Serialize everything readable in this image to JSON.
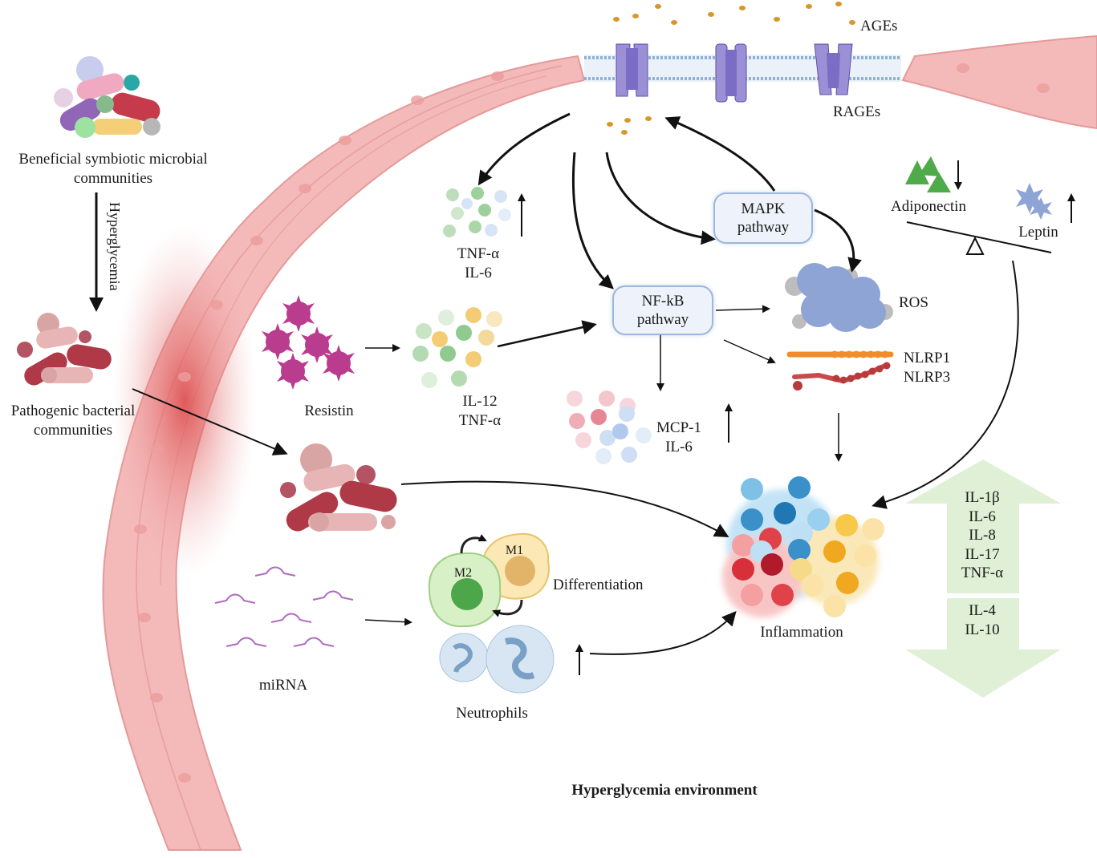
{
  "labels": {
    "beneficial": [
      "Beneficial symbiotic microbial",
      "communities"
    ],
    "hyperglycemia_arrow": "Hyperglycemia",
    "pathogenic": [
      "Pathogenic bacterial",
      "communities"
    ],
    "ages": "AGEs",
    "rages": "RAGEs",
    "tnf_il6": [
      "TNF-α",
      "IL-6"
    ],
    "mapk": [
      "MAPK",
      "pathway"
    ],
    "nfkb": [
      "NF-kB",
      "pathway"
    ],
    "adiponectin": "Adiponectin",
    "leptin": "Leptin",
    "ros": "ROS",
    "resistin": "Resistin",
    "il12_tnf": [
      "IL-12",
      "TNF-α"
    ],
    "nlrp": [
      "NLRP1",
      "NLRP3"
    ],
    "mcp_il6": [
      "MCP-1",
      "IL-6"
    ],
    "m1": "M1",
    "m2": "M2",
    "differentiation": "Differentiation",
    "inflammation": "Inflammation",
    "mirna": "miRNA",
    "neutrophils": "Neutrophils",
    "up_cytokines": [
      "IL-1β",
      "IL-6",
      "IL-8",
      "IL-17",
      "TNF-α"
    ],
    "down_cytokines": [
      "IL-4",
      "IL-10"
    ],
    "footer": "Hyperglycemia environment"
  },
  "colors": {
    "vessel": "#f2b2b3",
    "vessel_dark": "#e06a6a",
    "receptor": "#9b8fd6",
    "membrane": "#a9c3e0",
    "box_border": "#9db6dc",
    "ros": "#8ea4d4",
    "cytokine_arrow": "#dff0d6",
    "resistin": "#b93c8e",
    "mirna": "#b06ac0",
    "adiponectin": "#4faa49",
    "leptin": "#8ea4d4"
  }
}
